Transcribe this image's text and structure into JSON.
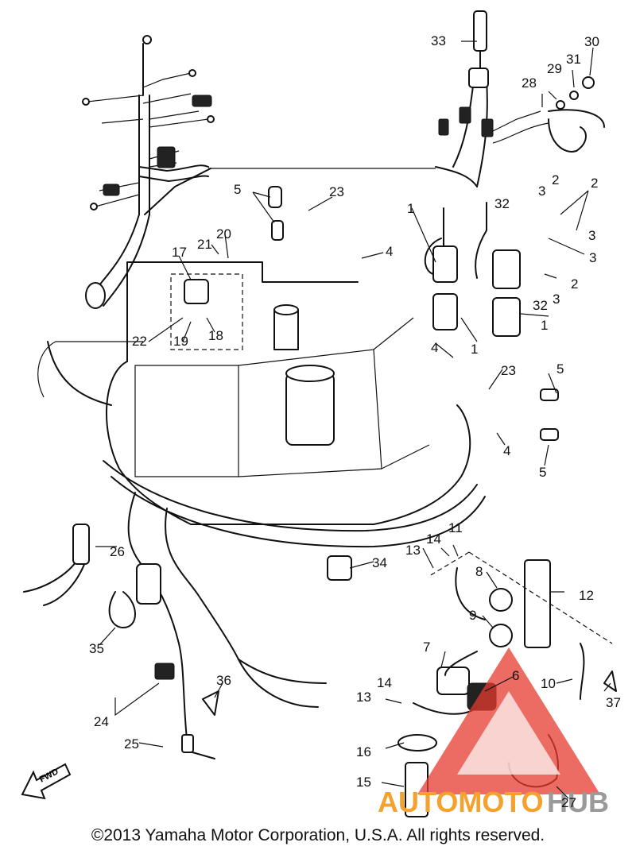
{
  "copyright": "©2013 Yamaha Motor Corporation, U.S.A. All rights reserved.",
  "fwd_label": "FWD",
  "watermark": {
    "text_part1": "AUTOMOTO",
    "text_part2": "HUB",
    "color_red": "#e63a2e",
    "color_orange": "#f4a22d",
    "color_gray": "#9a9a9a"
  },
  "callouts": [
    "1",
    "2",
    "3",
    "4",
    "5",
    "6",
    "7",
    "8",
    "9",
    "10",
    "11",
    "12",
    "13",
    "14",
    "15",
    "16",
    "17",
    "18",
    "19",
    "20",
    "21",
    "22",
    "23",
    "24",
    "25",
    "26",
    "27",
    "28",
    "29",
    "30",
    "31",
    "32",
    "33",
    "34",
    "35",
    "36",
    "37"
  ],
  "icons": [
    "fwd-arrow-icon",
    "automotohub-logo-icon"
  ]
}
